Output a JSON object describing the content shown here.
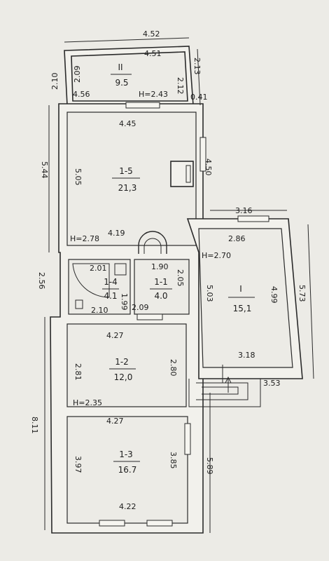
{
  "rooms": [
    {
      "id": "II",
      "label": "II",
      "area": "9.5",
      "height": "H=2.43"
    },
    {
      "id": "1-5",
      "label": "1-5",
      "area": "21,3",
      "height": "H=2.78"
    },
    {
      "id": "I",
      "label": "I",
      "area": "15,1",
      "height": "H=2.70"
    },
    {
      "id": "1-4",
      "label": "1-4",
      "area": "4.1"
    },
    {
      "id": "1-1",
      "label": "1-1",
      "area": "4.0"
    },
    {
      "id": "1-2",
      "label": "1-2",
      "area": "12,0",
      "height": "H=2.35"
    },
    {
      "id": "1-3",
      "label": "1-3",
      "area": "16.7"
    }
  ],
  "dimensions": {
    "top_outer": "4.52",
    "top_inner": "4.51",
    "ii_left_outer": "2.10",
    "ii_left_inner": "2.09",
    "ii_right_inner": "2.12",
    "ii_right_outer": "2.13",
    "ii_bottom": "4.56",
    "ii_offset": "0.41",
    "r15_top": "4.45",
    "r15_left_outer": "5.44",
    "r15_left_inner": "5.05",
    "r15_right": "4.50",
    "r15_bottom": "4.19",
    "i_top_outer": "3.16",
    "i_top_inner": "2.86",
    "i_right_inner": "4.99",
    "i_right_outer": "5.73",
    "i_left": "5.03",
    "i_bottom": "3.18",
    "porch": "3.53",
    "r14_top": "2.01",
    "r14_side": "1.99",
    "r14_bottom": "2.10",
    "r11_top": "1.90",
    "r11_side": "2.05",
    "r11_bottom": "2.09",
    "left_mid": "2.56",
    "r12_top": "4.27",
    "r12_left": "2.81",
    "r12_right": "2.80",
    "r12_bottom": "4.27",
    "left_bottom_outer": "8.11",
    "r13_left": "3.97",
    "r13_right": "3.85",
    "r13_right_outer": "5.89",
    "r13_bottom": "4.22"
  },
  "colors": {
    "paper": "#ecebe6",
    "ink": "#2a2a2a"
  }
}
